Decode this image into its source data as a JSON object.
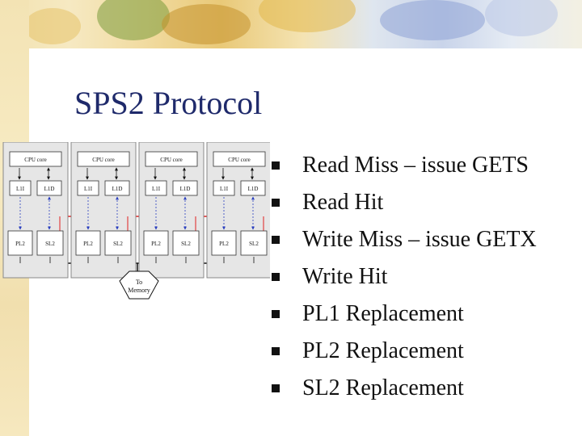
{
  "slide": {
    "title": "SPS2 Protocol"
  },
  "diagram": {
    "nodes": [
      {
        "cpu": "CPU core",
        "l1i": "L1I",
        "l1d": "L1D",
        "pl2": "PL2",
        "sl2": "SL2"
      },
      {
        "cpu": "CPU core",
        "l1i": "L1I",
        "l1d": "L1D",
        "pl2": "PL2",
        "sl2": "SL2"
      },
      {
        "cpu": "CPU core",
        "l1i": "L1I",
        "l1d": "L1D",
        "pl2": "PL2",
        "sl2": "SL2"
      },
      {
        "cpu": "CPU core",
        "l1i": "L1I",
        "l1d": "L1D",
        "pl2": "PL2",
        "sl2": "SL2"
      }
    ],
    "memory_label_line1": "To",
    "memory_label_line2": "Memory"
  },
  "bullets": [
    "Read Miss – issue GETS",
    "Read Hit",
    "Write Miss – issue GETX",
    "Write Hit",
    "PL1 Replacement",
    "PL2 Replacement",
    "SL2 Replacement"
  ],
  "colors": {
    "title": "#1f2a6b",
    "bus_red": "#e02020",
    "arrow_blue": "#2a3fbf"
  }
}
